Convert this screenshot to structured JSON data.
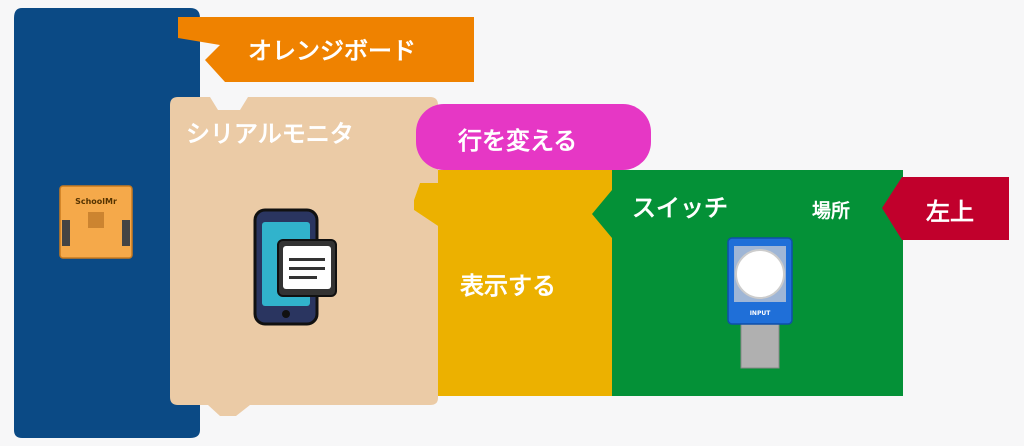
{
  "colors": {
    "board_block": "#0b4a85",
    "orange_board": "#ef8200",
    "serial_monitor": "#ebcba6",
    "newline": "#e637c5",
    "display": "#ecb100",
    "switch": "#049137",
    "position": "#c1002c"
  },
  "blocks": {
    "board": {
      "label": "オレンジボード",
      "icon": "schoolmr-board-icon",
      "board_chip_text": "SchoolMr"
    },
    "serial_monitor": {
      "label": "シリアルモニタ",
      "icon": "smartphone-serial-icon"
    },
    "newline": {
      "label": "行を変える"
    },
    "display": {
      "label": "表示する"
    },
    "switch": {
      "label": "スイッチ",
      "param_label": "場所",
      "icon": "push-switch-module-icon",
      "module_text": "INPUT"
    },
    "position": {
      "label": "左上"
    }
  }
}
